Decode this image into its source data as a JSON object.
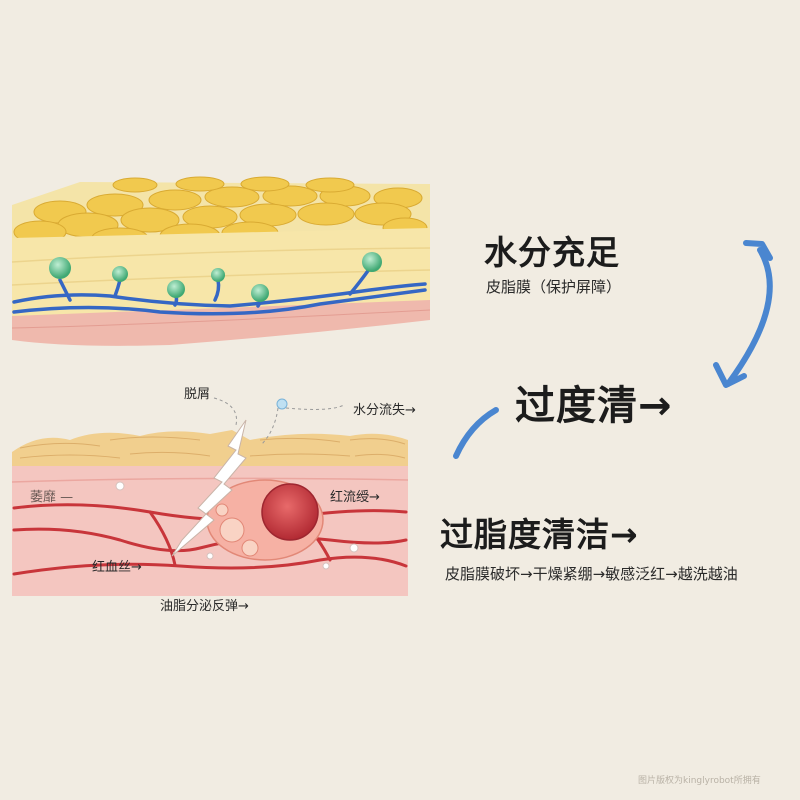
{
  "healthy": {
    "title": "水分充足",
    "subtitle": "皮脂膜（保护屏障）"
  },
  "over_clean": {
    "label": "过度清→"
  },
  "over_degrease": {
    "title": "过脂度清洁→",
    "consequence": "皮脂膜破坏→干燥紧绷→敏感泛红→越洗越油"
  },
  "damaged_labels": {
    "flaking": "脱屑",
    "water_loss": "水分流失→",
    "dull": "萎靡 —",
    "red_lines": "红流绶→",
    "capillaries": "红血丝→",
    "oil_rebound": "油脂分泌反弹→"
  },
  "watermark": "图片版权为kinglyrobot所拥有",
  "colors": {
    "background": "#f1ece2",
    "arrow_blue": "#4a86d0",
    "vein_blue": "#3567c4",
    "fat_yellow": "#f2cf5a",
    "skin_pink": "#f2c3bf",
    "blood_red": "#c8353a",
    "gland_green": "#5cbf8d"
  }
}
